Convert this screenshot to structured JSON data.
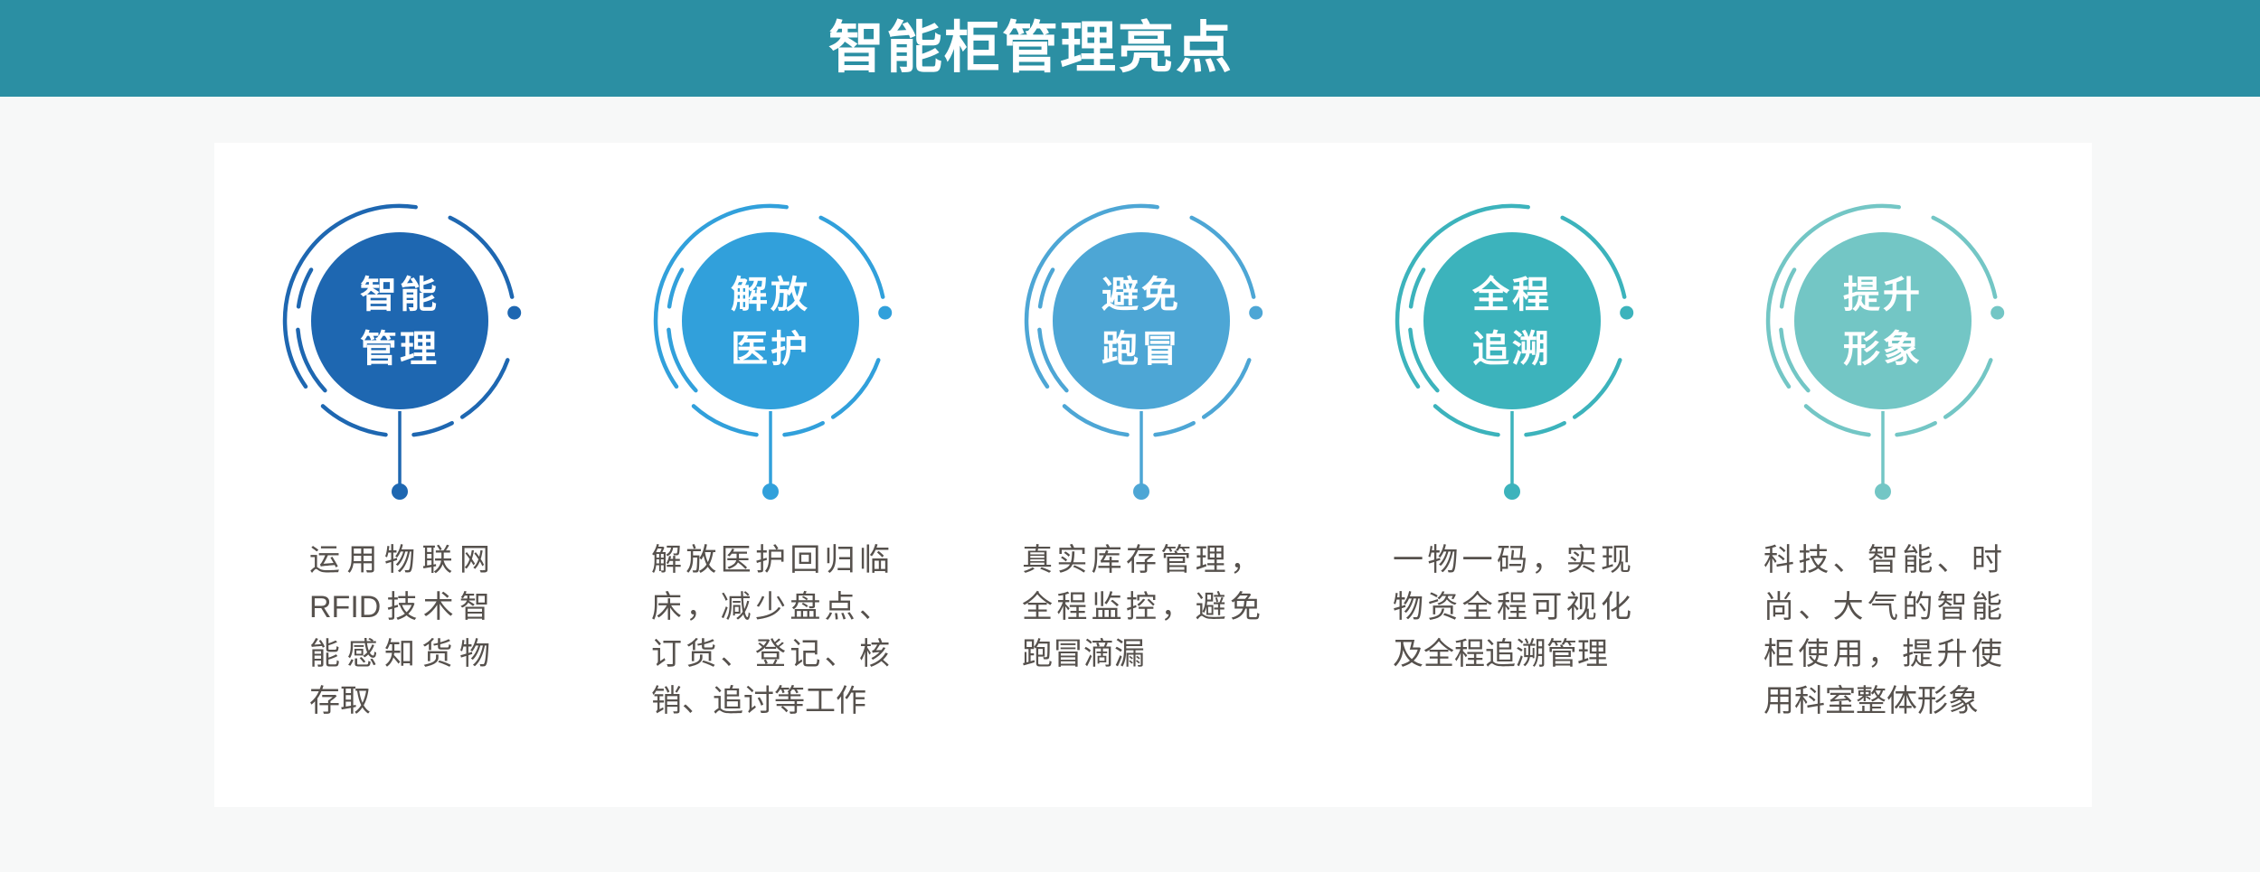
{
  "header": {
    "title": "智能柜管理亮点"
  },
  "colors": {
    "header_bg": "#2B8FA3",
    "page_bg": "#F7F8F8",
    "panel_bg": "#FFFFFF",
    "desc_text": "#56514D"
  },
  "items": [
    {
      "circle_label": "智能\n管理",
      "desc": "运用物联网RFID技术智能感知货物存取",
      "color": "#1E67B1"
    },
    {
      "circle_label": "解放\n医护",
      "desc": "解放医护回归临床，减少盘点、订货、登记、核销、追讨等工作",
      "color": "#31A0DB"
    },
    {
      "circle_label": "避免\n跑冒",
      "desc": "真实库存管理，全程监控，避免跑冒滴漏",
      "color": "#4DA6D5"
    },
    {
      "circle_label": "全程\n追溯",
      "desc": "一物一码，实现物资全程可视化及全程追溯管理",
      "color": "#3CB3BC"
    },
    {
      "circle_label": "提升\n形象",
      "desc": "科技、智能、时尚、大气的智能柜使用，提升使用科室整体形象",
      "color": "#73C6C5"
    }
  ]
}
